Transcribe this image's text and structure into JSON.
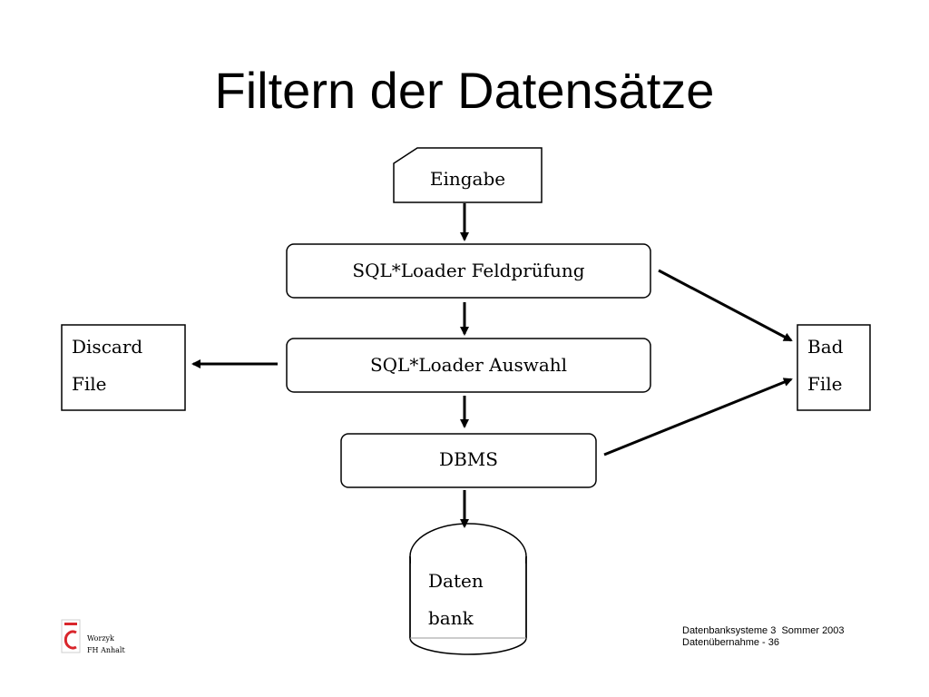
{
  "slide": {
    "title": "Filtern der Datensätze"
  },
  "nodes": {
    "input": "Eingabe",
    "field_check": "SQL*Loader Feldprüfung",
    "selection": "SQL*Loader Auswahl",
    "dbms": "DBMS",
    "database": [
      "Daten",
      "bank"
    ],
    "discard_file": [
      "Discard",
      "File"
    ],
    "bad_file": [
      "Bad",
      "File"
    ]
  },
  "footer": {
    "author": "Worzyk",
    "institution": "FH Anhalt",
    "course": "Datenbanksysteme 3  Sommer 2003",
    "topic": "Datenübernahme - 36"
  },
  "colors": {
    "logo": "#d9262c"
  }
}
